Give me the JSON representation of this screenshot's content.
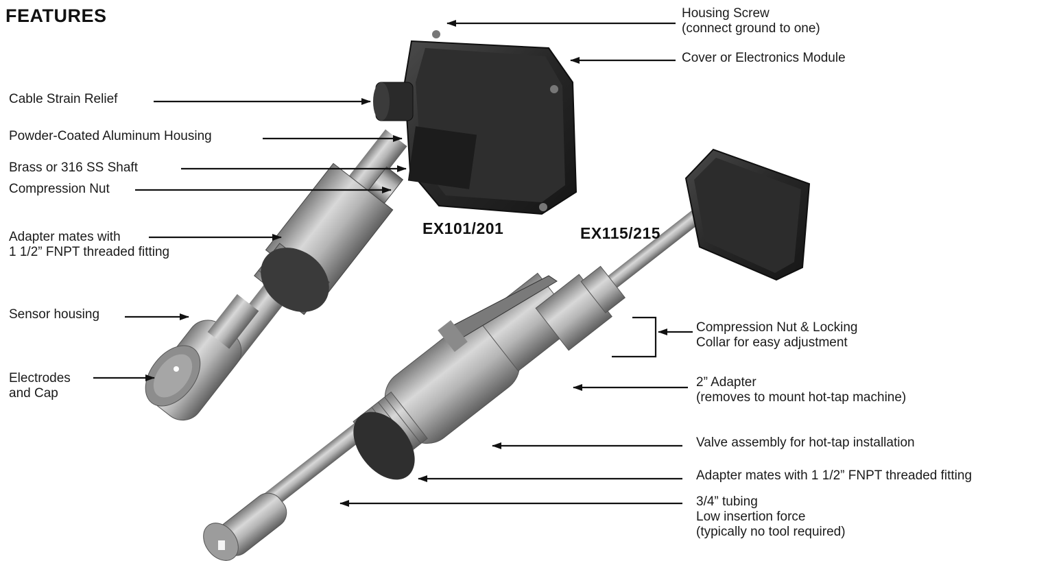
{
  "title": "FEATURES",
  "models": {
    "left": "EX101/201",
    "right": "EX115/215"
  },
  "labels": {
    "housing_screw": [
      "Housing Screw",
      "(connect ground to one)"
    ],
    "cover": [
      "Cover or Electronics Module"
    ],
    "strain_relief": [
      "Cable Strain Relief"
    ],
    "housing": [
      "Powder-Coated Aluminum Housing"
    ],
    "shaft": [
      "Brass or 316 SS Shaft"
    ],
    "compression_nut": [
      "Compression Nut"
    ],
    "adapter_left": [
      "Adapter mates with",
      "1 1/2” FNPT threaded fitting"
    ],
    "sensor_housing": [
      "Sensor housing"
    ],
    "electrodes": [
      "Electrodes",
      "and Cap"
    ],
    "nut_collar": [
      "Compression Nut & Locking",
      "Collar for easy adjustment"
    ],
    "adapter_2in": [
      "2” Adapter",
      "(removes to mount hot-tap machine)"
    ],
    "valve": [
      "Valve assembly for hot-tap installation"
    ],
    "adapter_right": [
      "Adapter mates with 1 1/2” FNPT threaded fitting"
    ],
    "tubing": [
      "3/4” tubing",
      "Low insertion force",
      "(typically no tool required)"
    ]
  },
  "colors": {
    "text": "#1a1a1a",
    "housing": "#2b2b2b",
    "steel": "#a9a9a9",
    "steel_dark": "#6e6e6e"
  }
}
